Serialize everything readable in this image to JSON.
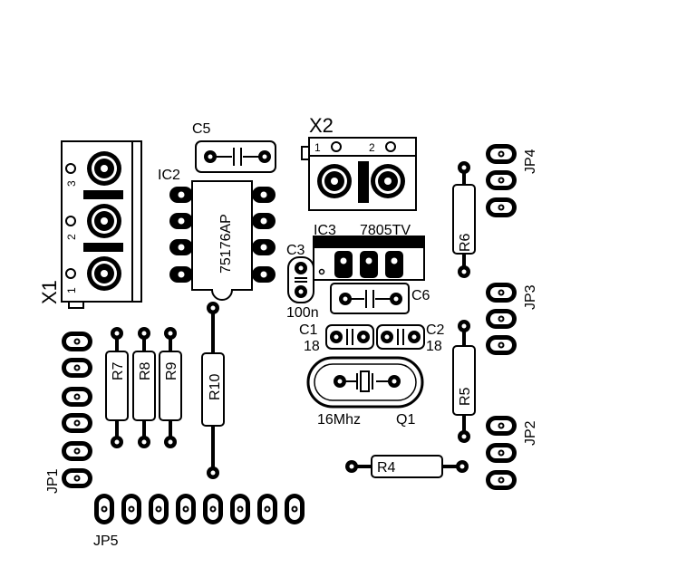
{
  "labels": {
    "x1": "X1",
    "x2": "X2",
    "c5": "C5",
    "ic2": "IC2",
    "ic2_part": "75176AP",
    "ic3": "IC3",
    "ic3_part": "7805TV",
    "c3": "C3",
    "c3_val": "100n",
    "c6": "C6",
    "c1": "C1",
    "c1_val": "18",
    "c2": "C2",
    "c2_val": "18",
    "q1": "Q1",
    "q1_val": "16Mhz",
    "r4": "R4",
    "r5": "R5",
    "r6": "R6",
    "r7": "R7",
    "r8": "R8",
    "r9": "R9",
    "r10": "R10",
    "jp1": "JP1",
    "jp2": "JP2",
    "jp3": "JP3",
    "jp4": "JP4",
    "jp5": "JP5",
    "x1_pin1": "1",
    "x1_pin2": "2",
    "x1_pin3": "3",
    "x2_pin1": "1",
    "x2_pin2": "2"
  },
  "colors": {
    "ink": "#000000",
    "paper": "#ffffff"
  }
}
